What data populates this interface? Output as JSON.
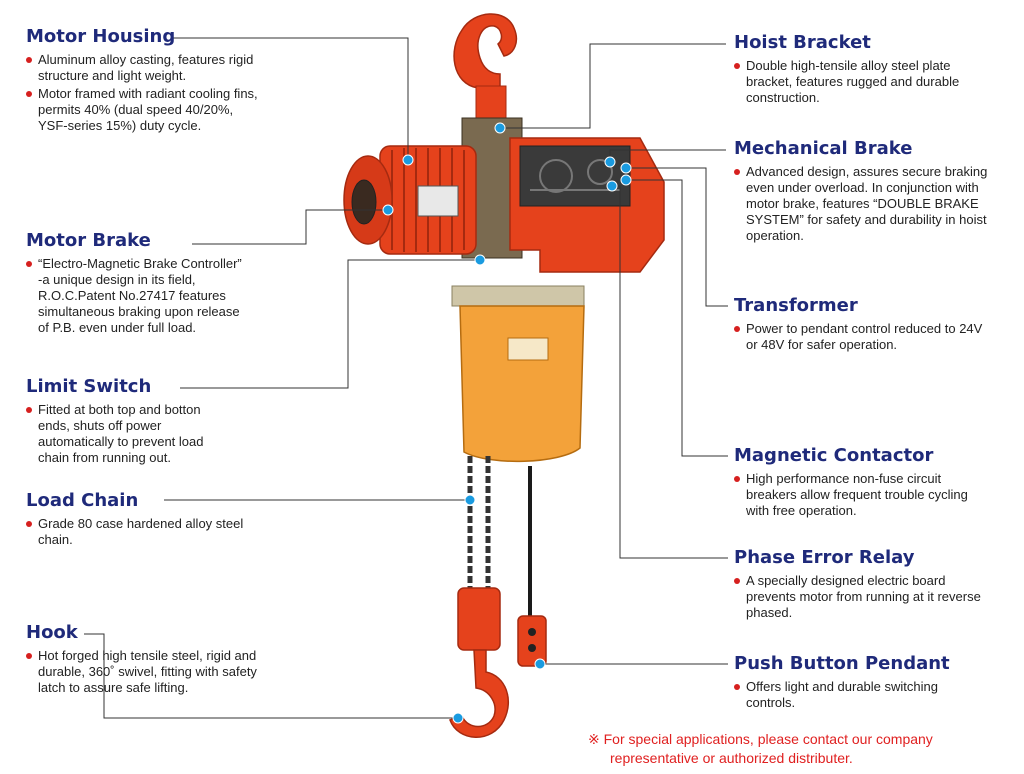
{
  "colors": {
    "heading": "#1f2a7a",
    "bullet": "#d6201f",
    "leader_line": "#333333",
    "marker_dot": "#1a9be0",
    "hoist_body": "#e5421c",
    "hoist_dark": "#a52a10",
    "chain_bag": "#f3a23a",
    "chain": "#333333",
    "note": "#e02020"
  },
  "labels": {
    "motor_housing": {
      "title": "Motor Housing",
      "bullets": [
        "Aluminum alloy casting, features rigid structure and light weight.",
        "Motor framed with radiant cooling fins, permits 40% (dual speed 40/20%, YSF-series 15%) duty cycle."
      ]
    },
    "motor_brake": {
      "title": "Motor Brake",
      "bullets": [
        "“Electro-Magnetic Brake Controller” -a unique design in its field, R.O.C.Patent No.27417 features simultaneous braking upon release of P.B. even under full load."
      ]
    },
    "limit_switch": {
      "title": "Limit Switch",
      "bullets": [
        "Fitted at both top and botton ends, shuts off power automatically to prevent load chain from running out."
      ]
    },
    "load_chain": {
      "title": "Load Chain",
      "bullets": [
        "Grade 80 case hardened alloy steel chain."
      ]
    },
    "hook": {
      "title": "Hook",
      "bullets": [
        "Hot forged high tensile steel, rigid and durable, 360˚ swivel, fitting with safety latch to assure safe lifting."
      ]
    },
    "hoist_bracket": {
      "title": "Hoist Bracket",
      "bullets": [
        "Double high-tensile alloy steel plate bracket, features rugged and durable construction."
      ]
    },
    "mechanical_brake": {
      "title": "Mechanical Brake",
      "bullets": [
        "Advanced design, assures secure braking even under overload. In conjunction with motor brake, features “DOUBLE BRAKE SYSTEM” for safety and durability in hoist operation."
      ]
    },
    "transformer": {
      "title": "Transformer",
      "bullets": [
        "Power to pendant control reduced to 24V or 48V for safer operation."
      ]
    },
    "magnetic_contactor": {
      "title": "Magnetic Contactor",
      "bullets": [
        "High performance non-fuse circuit breakers allow frequent trouble cycling with free operation."
      ]
    },
    "phase_error_relay": {
      "title": "Phase Error Relay",
      "bullets": [
        "A specially designed electric board prevents motor from running at it reverse phased."
      ]
    },
    "push_button_pendant": {
      "title": "Push Button Pendant",
      "bullets": [
        "Offers light and durable switching controls."
      ]
    }
  },
  "note": {
    "line1": "※ For special applications, please contact our company",
    "line2": "representative or authorized distributer."
  }
}
